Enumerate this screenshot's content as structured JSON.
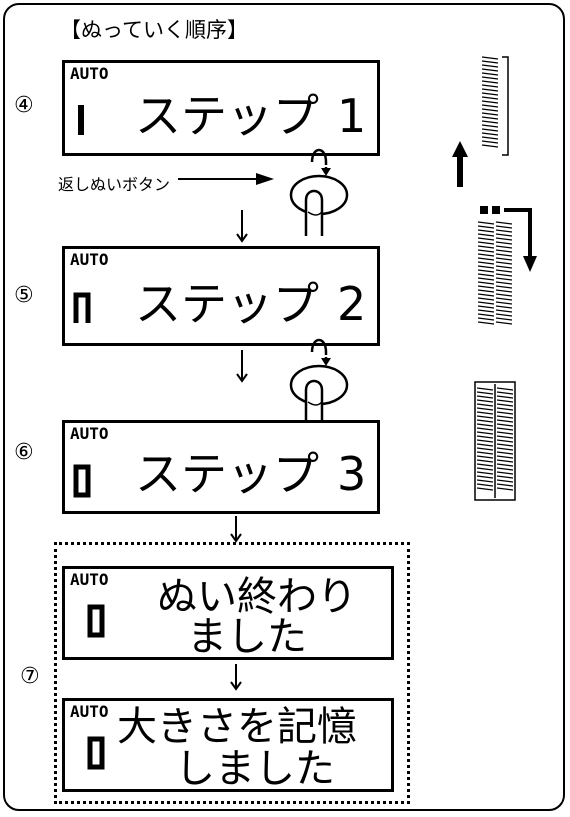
{
  "title": "【ぬっていく順序】",
  "button_label": "返しぬいボタン",
  "auto_label": "AUTO",
  "steps": [
    {
      "marker": "④",
      "text": "ステップ",
      "number": "1"
    },
    {
      "marker": "⑤",
      "text": "ステップ",
      "number": "2"
    },
    {
      "marker": "⑥",
      "text": "ステップ",
      "number": "3"
    }
  ],
  "final": {
    "marker": "⑦",
    "screen1": {
      "line1": "ぬい終わり",
      "line2": "ました"
    },
    "screen2": {
      "line1": "大きさを記憶",
      "line2": "しました"
    }
  },
  "icons": [
    "reverse-button-icon",
    "finger-press-icon",
    "down-arrow-icon",
    "buttonhole-stitch-icon",
    "up-arrow-icon",
    "turn-arrow-icon"
  ]
}
